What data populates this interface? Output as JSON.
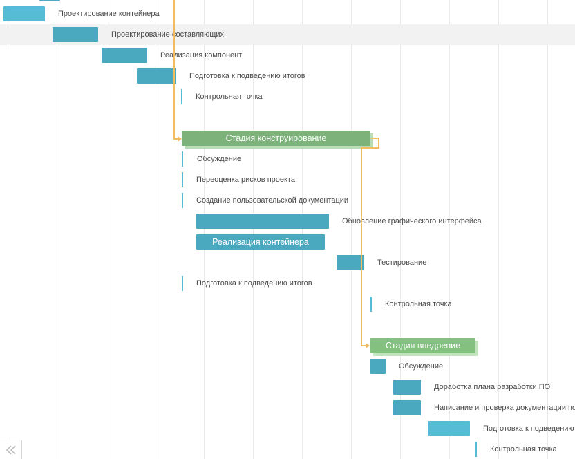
{
  "tasks": [
    {
      "label": "Проектирование контейнера"
    },
    {
      "label": "Проектирование составляющих"
    },
    {
      "label": "Реализация компонент"
    },
    {
      "label": "Подготовка к подведению итогов"
    },
    {
      "label": "Контрольная точка"
    },
    {
      "label": "Стадия конструирование"
    },
    {
      "label": "Обсуждение"
    },
    {
      "label": "Переоценка рисков проекта"
    },
    {
      "label": "Создание пользовательской документации"
    },
    {
      "label": "Обновление графического интерфейса"
    },
    {
      "label": "Реализация контейнера"
    },
    {
      "label": "Тестирование"
    },
    {
      "label": "Подготовка к подведению итогов"
    },
    {
      "label": "Контрольная точка"
    },
    {
      "label": "Стадия внедрение"
    },
    {
      "label": "Обсуждение"
    },
    {
      "label": "Доработка плана разработки ПО"
    },
    {
      "label": "Написание и проверка документации по"
    },
    {
      "label": "Подготовка к подведению"
    },
    {
      "label": "Контрольная точка"
    }
  ],
  "colors": {
    "task_bar": "#4aa8bf",
    "task_bar_light": "#56bcd6",
    "stage_bar": "#7db37a",
    "connector": "#f2bd60",
    "row_highlight": "#f2f2f2"
  },
  "icons": {
    "scroll_left": "double-chevron-left-icon"
  }
}
